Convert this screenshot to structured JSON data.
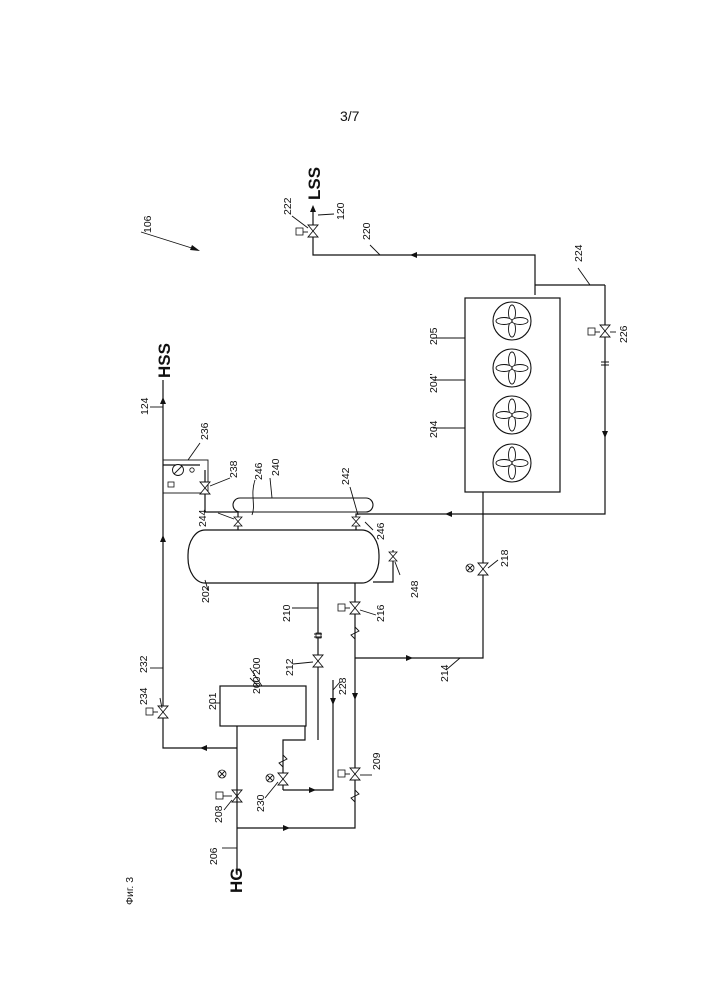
{
  "page": {
    "number": "3/7"
  },
  "figure": {
    "caption": "Фиг. 3",
    "streams": {
      "hg": "HG",
      "hss": "HSS",
      "lss": "LSS"
    },
    "refs": {
      "system": "106",
      "lss_line": "120",
      "hss_line": "124",
      "v200": "200",
      "v200p": "200'",
      "v201": "201",
      "v202": "202",
      "v204": "204",
      "v204p": "204'",
      "v205": "205",
      "v206": "206",
      "v208": "208",
      "v209": "209",
      "v210": "210",
      "v212": "212",
      "v214": "214",
      "v216": "216",
      "v218": "218",
      "v220": "220",
      "v222": "222",
      "v224": "224",
      "v226": "226",
      "v228": "228",
      "v230": "230",
      "v232": "232",
      "v234": "234",
      "v236": "236",
      "v238": "238",
      "v240": "240",
      "v242": "242",
      "v244": "244",
      "v246a": "246",
      "v246b": "246",
      "v248": "248"
    }
  }
}
